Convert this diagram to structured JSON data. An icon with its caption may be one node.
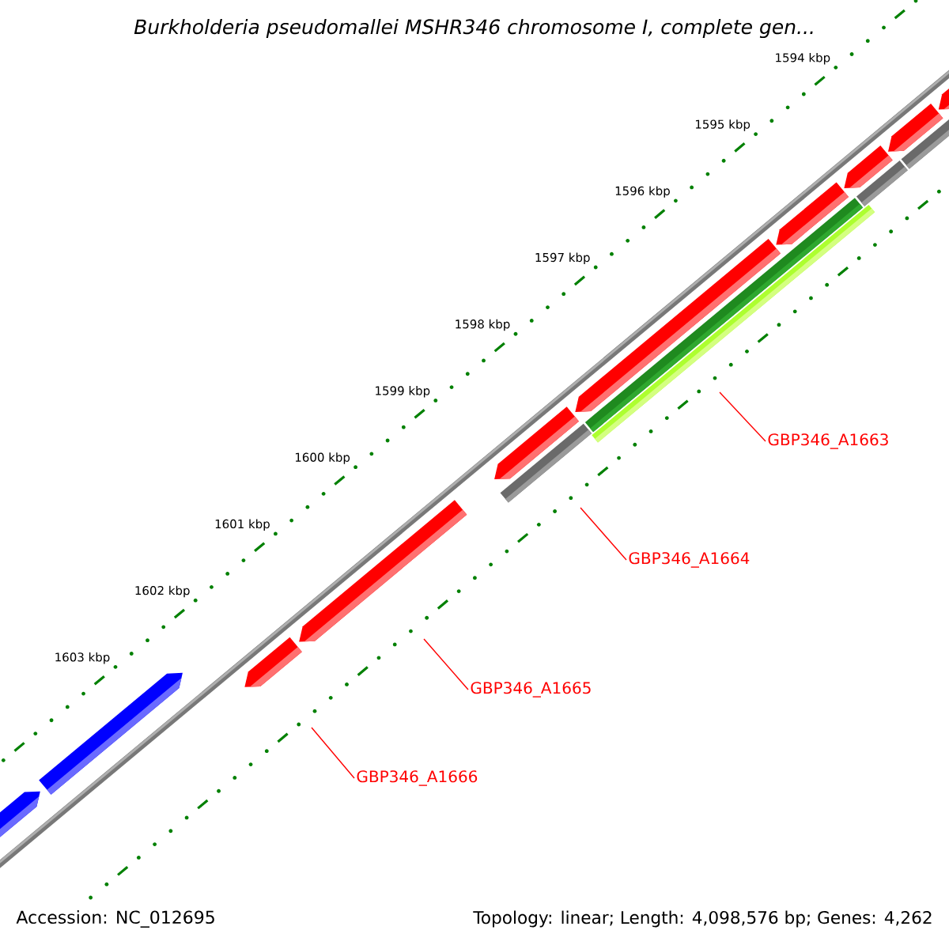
{
  "diagram": {
    "title": "Burkholderia pseudomallei MSHR346 chromosome I, complete gen...",
    "nodes": [
      {
        "text": [
          "GBP346_A1663"
        ]
      },
      {
        "text": [
          "GBP346_A1664"
        ]
      },
      {
        "text": [
          "GBP346_A1665"
        ]
      },
      {
        "text": [
          "GBP346_A1666"
        ]
      }
    ],
    "edges": [
      {
        "from": 0,
        "to": null,
        "arrow": "none"
      },
      {
        "from": 1,
        "to": null,
        "arrow": "none"
      },
      {
        "from": 2,
        "to": null,
        "arrow": "none"
      },
      {
        "from": 3,
        "to": null,
        "arrow": "none"
      }
    ],
    "labels": [
      "1594 kbp",
      "1595 kbp",
      "1596 kbp",
      "1597 kbp",
      "1598 kbp",
      "1599 kbp",
      "1600 kbp",
      "1601 kbp",
      "1602 kbp",
      "1603 kbp",
      "Accession: NC_012695",
      "Topology: linear; Length: 4,098,576 bp; Genes: 4,262"
    ]
  }
}
